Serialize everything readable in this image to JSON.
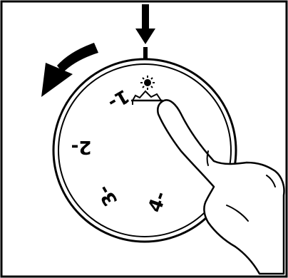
{
  "diagram": {
    "colors": {
      "ink": "#000000",
      "paper": "#ffffff"
    },
    "indicator": {
      "icon": "arrow-down-icon"
    },
    "rotation": {
      "icon": "curved-arrow-counterclockwise-icon",
      "direction": "counterclockwise"
    },
    "dial": {
      "positions": [
        {
          "icon": "sun-over-bed-icon",
          "label": ""
        },
        {
          "label": "1-"
        },
        {
          "label": "2-"
        },
        {
          "label": "3-"
        },
        {
          "label": "4-"
        }
      ]
    },
    "hand": {
      "icon": "pointing-hand-icon"
    }
  }
}
